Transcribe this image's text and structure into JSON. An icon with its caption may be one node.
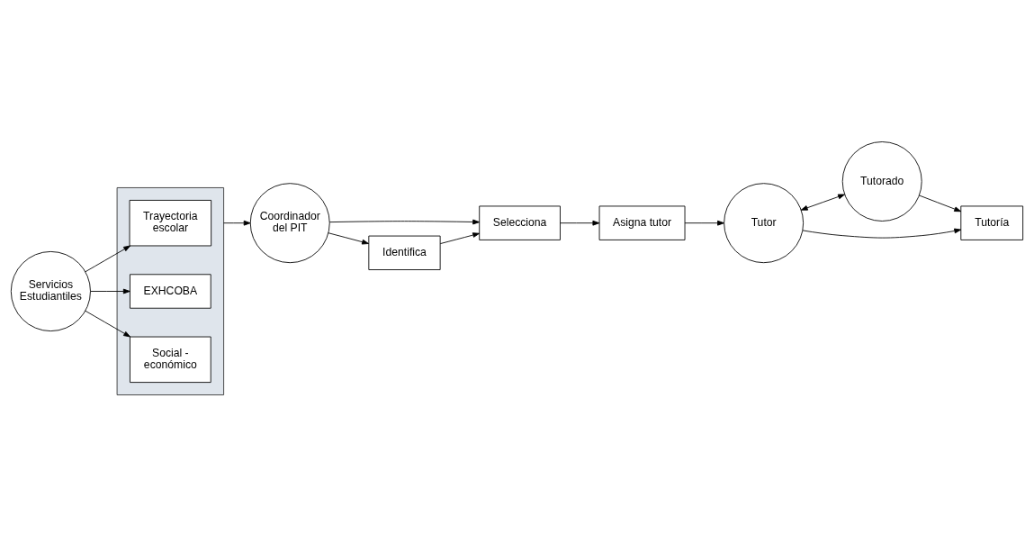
{
  "diagram": {
    "nodes": [
      {
        "text": [
          "Servicios Estudiantiles"
        ]
      },
      {
        "text": [],
        "shape": "bar"
      },
      {
        "text": [
          "Trayectoria escolar"
        ],
        "in": 1
      },
      {
        "text": [
          "EXHCOBA"
        ],
        "in": 1
      },
      {
        "text": [
          "Social - económico"
        ],
        "in": 1
      },
      {
        "text": [
          "Coordinador del PIT"
        ]
      },
      {
        "text": [
          "Selecciona"
        ]
      },
      {
        "text": [
          "Identifica"
        ]
      },
      {
        "text": [
          "Asigna tutor"
        ]
      },
      {
        "text": [
          "Tutor"
        ]
      },
      {
        "text": [
          "Tutorado"
        ]
      },
      {
        "text": [
          "Tutoría"
        ]
      }
    ],
    "edges": [
      {
        "from": 0,
        "to": 2,
        "arrow": "to"
      },
      {
        "from": 0,
        "to": 3,
        "arrow": "to"
      },
      {
        "from": 0,
        "to": 4,
        "arrow": "to"
      },
      {
        "from": 1,
        "to": 5,
        "arrow": "to"
      },
      {
        "from": 5,
        "to": 6,
        "arrow": "to"
      },
      {
        "from": 5,
        "to": 7,
        "arrow": "to"
      },
      {
        "from": 7,
        "to": 6,
        "arrow": "to"
      },
      {
        "from": 6,
        "to": 8,
        "arrow": "to"
      },
      {
        "from": 8,
        "to": 9,
        "arrow": "to"
      },
      {
        "from": 9,
        "to": 10,
        "arrow": "both"
      },
      {
        "from": 9,
        "to": 11,
        "arrow": "to"
      },
      {
        "from": 10,
        "to": 11,
        "arrow": "to"
      }
    ]
  }
}
